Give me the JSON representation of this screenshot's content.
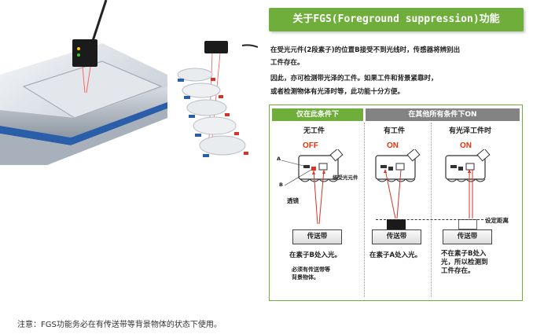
{
  "header": {
    "title": "关于FGS(Foreground suppression)功能"
  },
  "description": {
    "line1": "在受光元件(2段素子)的位置B接受不到光线时，传感器将辨别出",
    "line2": "工件存在。",
    "line3": "因此，亦可检测带光泽的工件。如果工件和背景紧靠时，",
    "line4": "或者检测物体有光泽时等，此功能十分方便。"
  },
  "diagram": {
    "col1_header": "仅在此条件下",
    "col2_header": "在其他所有条件下ON",
    "cases": [
      {
        "title": "无工件",
        "state": "OFF",
        "conveyor": "传送带",
        "note": "在素子B处入光。",
        "extra": "必须有传送带等\n背景物体。"
      },
      {
        "title": "有工件",
        "state": "ON",
        "conveyor": "传送带",
        "note": "在素子A处入光。"
      },
      {
        "title": "有光泽工件时",
        "state": "ON",
        "conveyor": "传送带",
        "note": "不在素子B处入\n光，所以检测到\n工件存在。"
      }
    ],
    "label_a": "A",
    "label_b": "B",
    "label_receiver": "接受光元件",
    "label_lens": "透镜",
    "label_distance": "设定距离"
  },
  "footnote": "注意：FGS功能务必在有传送带等背景物体的状态下使用。",
  "colors": {
    "accent": "#6fae3b",
    "grey_header": "#838383",
    "state_red": "#e8340c"
  }
}
